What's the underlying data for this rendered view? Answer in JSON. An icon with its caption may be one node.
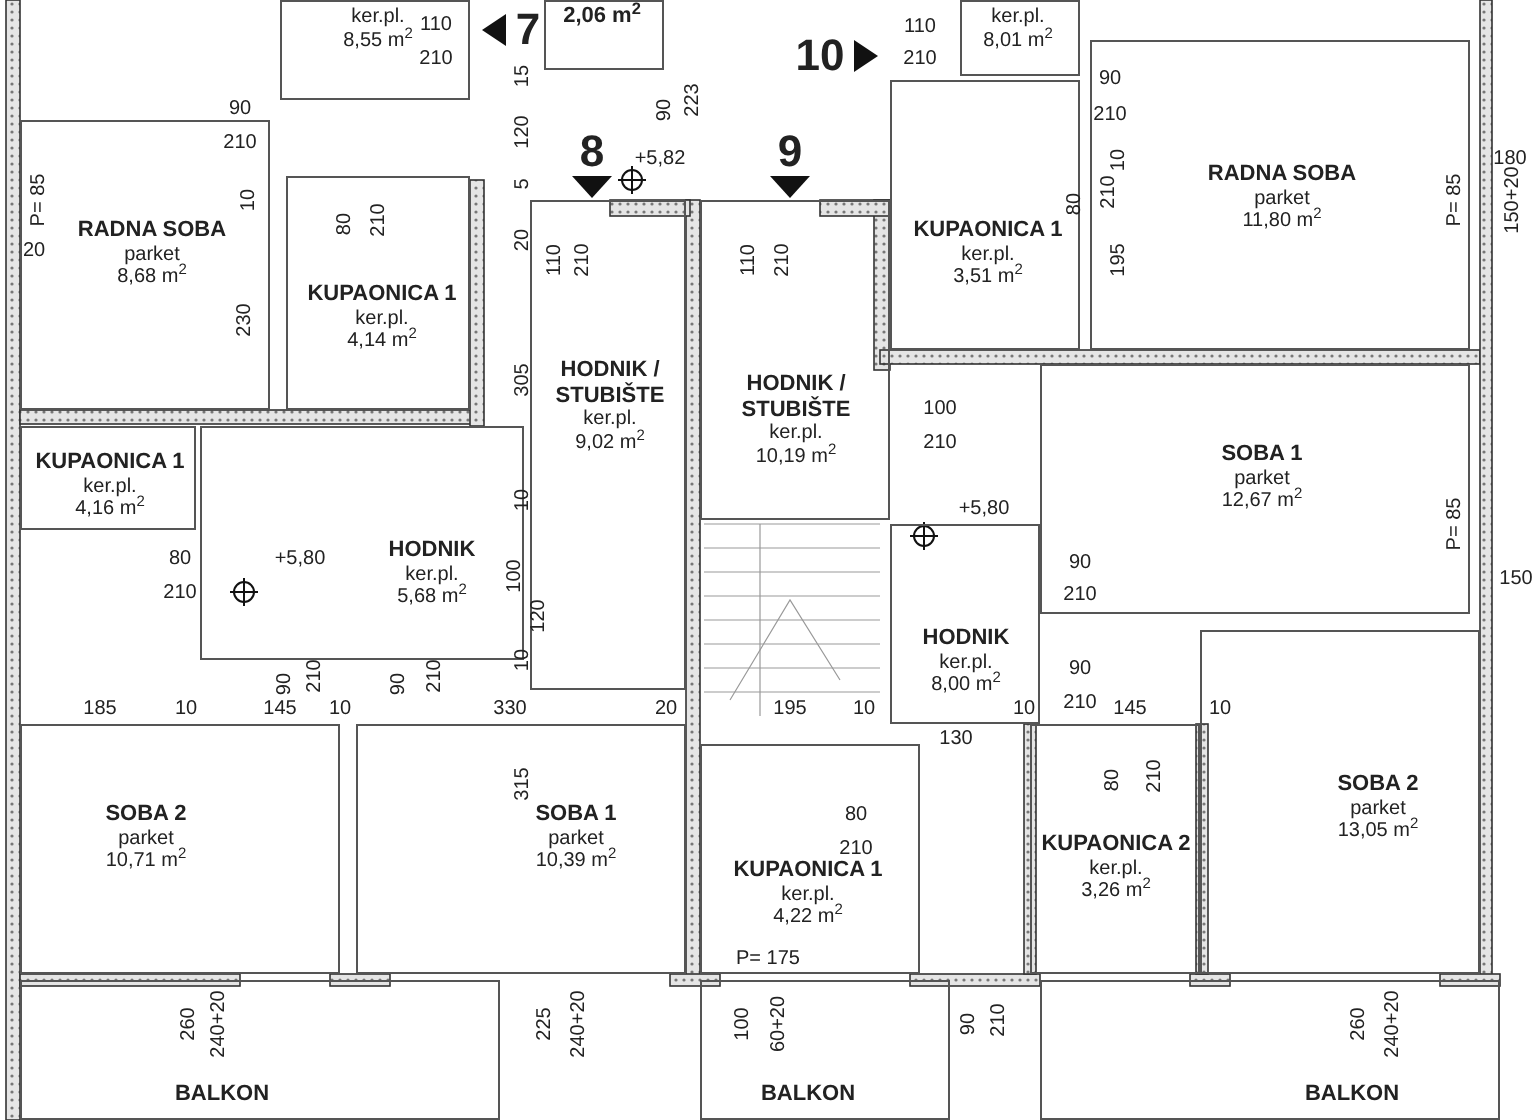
{
  "diagram": {
    "nodes": [
      {
        "text": [
          "RADNA SOBA",
          "parket",
          "8,68 m$^{2}$"
        ]
      },
      {
        "text": [
          "KUPAONICA 1",
          "ker.pl.",
          "4,14 m$^{2}$"
        ]
      },
      {
        "text": [
          "KUPAONICA 1",
          "ker.pl.",
          "4,16 m$^{2}$"
        ]
      },
      {
        "text": [
          "HODNIK",
          "ker.pl.",
          "5,68 m$^{2}$"
        ]
      },
      {
        "text": [
          "HODNIK / STUBIŠTE",
          "ker.pl.",
          "9,02 m$^{2}$"
        ]
      },
      {
        "text": [
          "HODNIK / STUBIŠTE",
          "ker.pl.",
          "10,19 m$^{2}$"
        ]
      },
      {
        "text": [
          "KUPAONICA 1",
          "ker.pl.",
          "3,51 m$^{2}$"
        ]
      },
      {
        "text": [
          "RADNA SOBA",
          "parket",
          "11,80 m$^{2}$"
        ]
      },
      {
        "text": [
          "SOBA 1",
          "parket",
          "12,67 m$^{2}$"
        ]
      },
      {
        "text": [
          "HODNIK",
          "ker.pl.",
          "8,00 m$^{2}$"
        ]
      },
      {
        "text": [
          "SOBA 2",
          "parket",
          "10,71 m$^{2}$"
        ]
      },
      {
        "text": [
          "SOBA 1",
          "parket",
          "10,39 m$^{2}$"
        ]
      },
      {
        "text": [
          "KUPAONICA 1",
          "ker.pl.",
          "4,22 m$^{2}$"
        ]
      },
      {
        "text": [
          "KUPAONICA 2",
          "ker.pl.",
          "3,26 m$^{2}$"
        ]
      },
      {
        "text": [
          "SOBA 2",
          "parket",
          "13,05 m$^{2}$"
        ]
      },
      {
        "text": [
          "BALKON"
        ]
      },
      {
        "text": [
          "BALKON"
        ]
      },
      {
        "text": [
          "BALKON"
        ]
      },
      {
        "text": [
          "ker.pl.",
          "8,55 m$^{2}$"
        ]
      },
      {
        "text": [
          "2,06 m$^{2}$"
        ]
      },
      {
        "text": [
          "ker.pl.",
          "8,01 m$^{2}$"
        ]
      }
    ],
    "edges": [],
    "labels": [
      "110",
      "210",
      "7",
      "10",
      "110",
      "210",
      "15",
      "90",
      "223",
      "90",
      "210",
      "90",
      "210",
      "120",
      "8",
      "+5,82",
      "9",
      "180",
      "80",
      "210",
      "P= 85",
      "150+20",
      "10",
      "5",
      "P= 85",
      "80",
      "210",
      "10",
      "20",
      "20",
      "110",
      "210",
      "110",
      "210",
      "195",
      "230",
      "305",
      "100",
      "210",
      "10",
      "+5,80",
      "P= 85",
      "150",
      "80",
      "210",
      "+5,80",
      "90",
      "210",
      "100",
      "120",
      "10",
      "90",
      "210",
      "90",
      "210",
      "90",
      "210",
      "185",
      "10",
      "145",
      "10",
      "330",
      "20",
      "195",
      "10",
      "10",
      "145",
      "10",
      "130",
      "315",
      "80",
      "210",
      "80",
      "210",
      "P= 175",
      "260",
      "240+20",
      "225",
      "240+20",
      "100",
      "60+20",
      "90",
      "210",
      "260",
      "240+20"
    ]
  }
}
